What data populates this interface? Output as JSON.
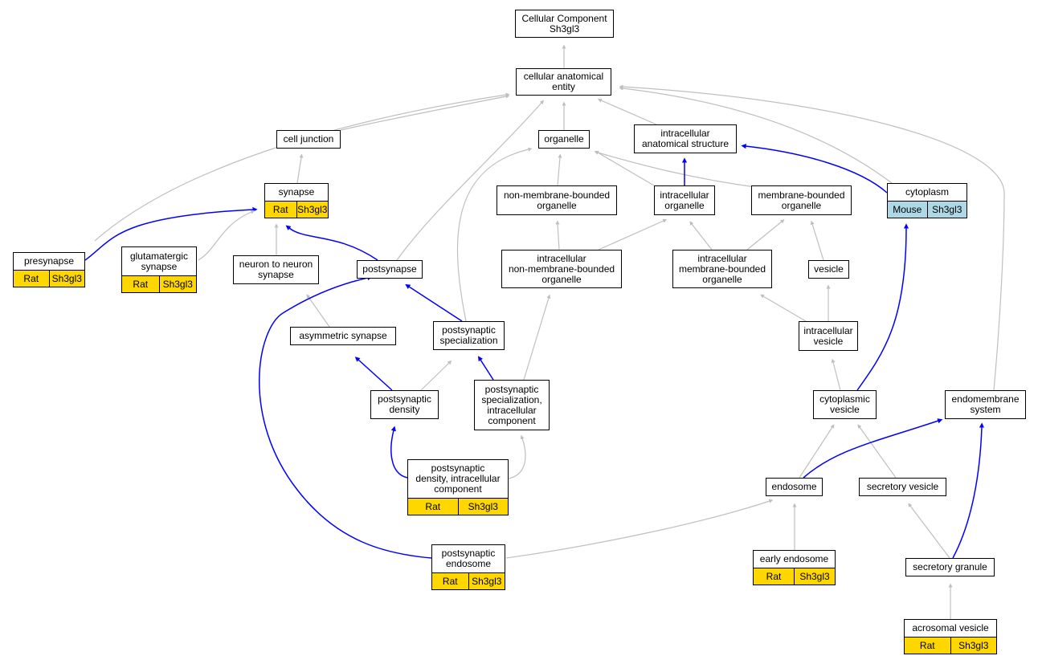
{
  "title": "Cellular Component\nSh3gl3",
  "colors": {
    "gray_edge": "#bfbfbf",
    "blue_edge": "#0000ff",
    "rat": "#ffd700",
    "mouse": "#add8e6"
  },
  "nodes": {
    "root": "Cellular Component\nSh3gl3",
    "cae": "cellular anatomical\nentity",
    "celljunction": "cell junction",
    "organelle": "organelle",
    "ias": "intracellular\nanatomical structure",
    "synapse": "synapse",
    "nmbo": "non-membrane-bounded\norganelle",
    "iorg": "intracellular\norganelle",
    "mbo": "membrane-bounded\norganelle",
    "cytoplasm": "cytoplasm",
    "presynapse": "presynapse",
    "glut": "glutamatergic\nsynapse",
    "n2n": "neuron to neuron\nsynapse",
    "postsynapse": "postsynapse",
    "inmbo": "intracellular\nnon-membrane-bounded\norganelle",
    "imbo": "intracellular\nmembrane-bounded\norganelle",
    "vesicle": "vesicle",
    "asym": "asymmetric synapse",
    "pss": "postsynaptic\nspecialization",
    "ivesicle": "intracellular\nvesicle",
    "psd": "postsynaptic\ndensity",
    "pssic": "postsynaptic\nspecialization,\nintracellular\ncomponent",
    "cytovesicle": "cytoplasmic\nvesicle",
    "endomem": "endomembrane\nsystem",
    "psdic": "postsynaptic\ndensity, intracellular\ncomponent",
    "endosome": "endosome",
    "secves": "secretory vesicle",
    "psendo": "postsynaptic\nendosome",
    "earlyendo": "early endosome",
    "secgran": "secretory granule",
    "acro": "acrosomal vesicle"
  },
  "annotations": {
    "synapse": [
      "Rat",
      "Sh3gl3"
    ],
    "presynapse": [
      "Rat",
      "Sh3gl3"
    ],
    "glut": [
      "Rat",
      "Sh3gl3"
    ],
    "cytoplasm": [
      "Mouse",
      "Sh3gl3"
    ],
    "psdic": [
      "Rat",
      "Sh3gl3"
    ],
    "psendo": [
      "Rat",
      "Sh3gl3"
    ],
    "earlyendo": [
      "Rat",
      "Sh3gl3"
    ],
    "acro": [
      "Rat",
      "Sh3gl3"
    ]
  },
  "edges": [
    {
      "from": "cae",
      "to": "root",
      "color": "gray"
    },
    {
      "from": "celljunction",
      "to": "cae",
      "color": "gray"
    },
    {
      "from": "organelle",
      "to": "cae",
      "color": "gray"
    },
    {
      "from": "ias",
      "to": "cae",
      "color": "gray"
    },
    {
      "from": "presynapse",
      "to": "cae",
      "color": "gray"
    },
    {
      "from": "postsynapse",
      "to": "cae",
      "color": "gray"
    },
    {
      "from": "cytoplasm",
      "to": "cae",
      "color": "gray"
    },
    {
      "from": "endomem",
      "to": "cae",
      "color": "gray"
    },
    {
      "from": "synapse",
      "to": "celljunction",
      "color": "gray"
    },
    {
      "from": "nmbo",
      "to": "organelle",
      "color": "gray"
    },
    {
      "from": "iorg",
      "to": "organelle",
      "color": "gray"
    },
    {
      "from": "mbo",
      "to": "organelle",
      "color": "gray"
    },
    {
      "from": "pss",
      "to": "organelle",
      "color": "gray"
    },
    {
      "from": "iorg",
      "to": "ias",
      "color": "blue"
    },
    {
      "from": "cytoplasm",
      "to": "ias",
      "color": "blue"
    },
    {
      "from": "presynapse",
      "to": "synapse",
      "color": "blue"
    },
    {
      "from": "glut",
      "to": "synapse",
      "color": "gray"
    },
    {
      "from": "n2n",
      "to": "synapse",
      "color": "gray"
    },
    {
      "from": "postsynapse",
      "to": "synapse",
      "color": "blue"
    },
    {
      "from": "inmbo",
      "to": "nmbo",
      "color": "gray"
    },
    {
      "from": "inmbo",
      "to": "iorg",
      "color": "gray"
    },
    {
      "from": "imbo",
      "to": "iorg",
      "color": "gray"
    },
    {
      "from": "imbo",
      "to": "mbo",
      "color": "gray"
    },
    {
      "from": "vesicle",
      "to": "mbo",
      "color": "gray"
    },
    {
      "from": "cytovesicle",
      "to": "cytoplasm",
      "color": "blue"
    },
    {
      "from": "asym",
      "to": "n2n",
      "color": "gray"
    },
    {
      "from": "pss",
      "to": "postsynapse",
      "color": "blue"
    },
    {
      "from": "psendo",
      "to": "postsynapse",
      "color": "blue"
    },
    {
      "from": "pssic",
      "to": "inmbo",
      "color": "gray"
    },
    {
      "from": "ivesicle",
      "to": "imbo",
      "color": "gray"
    },
    {
      "from": "ivesicle",
      "to": "vesicle",
      "color": "gray"
    },
    {
      "from": "psd",
      "to": "asym",
      "color": "blue"
    },
    {
      "from": "psd",
      "to": "pss",
      "color": "gray"
    },
    {
      "from": "pssic",
      "to": "pss",
      "color": "blue"
    },
    {
      "from": "cytovesicle",
      "to": "ivesicle",
      "color": "gray"
    },
    {
      "from": "psdic",
      "to": "psd",
      "color": "blue"
    },
    {
      "from": "psdic",
      "to": "pssic",
      "color": "gray"
    },
    {
      "from": "endosome",
      "to": "cytovesicle",
      "color": "gray"
    },
    {
      "from": "secves",
      "to": "cytovesicle",
      "color": "gray"
    },
    {
      "from": "endosome",
      "to": "endomem",
      "color": "blue"
    },
    {
      "from": "secgran",
      "to": "endomem",
      "color": "blue"
    },
    {
      "from": "psendo",
      "to": "endosome",
      "color": "gray"
    },
    {
      "from": "earlyendo",
      "to": "endosome",
      "color": "gray"
    },
    {
      "from": "secgran",
      "to": "secves",
      "color": "gray"
    },
    {
      "from": "acro",
      "to": "secgran",
      "color": "gray"
    }
  ]
}
